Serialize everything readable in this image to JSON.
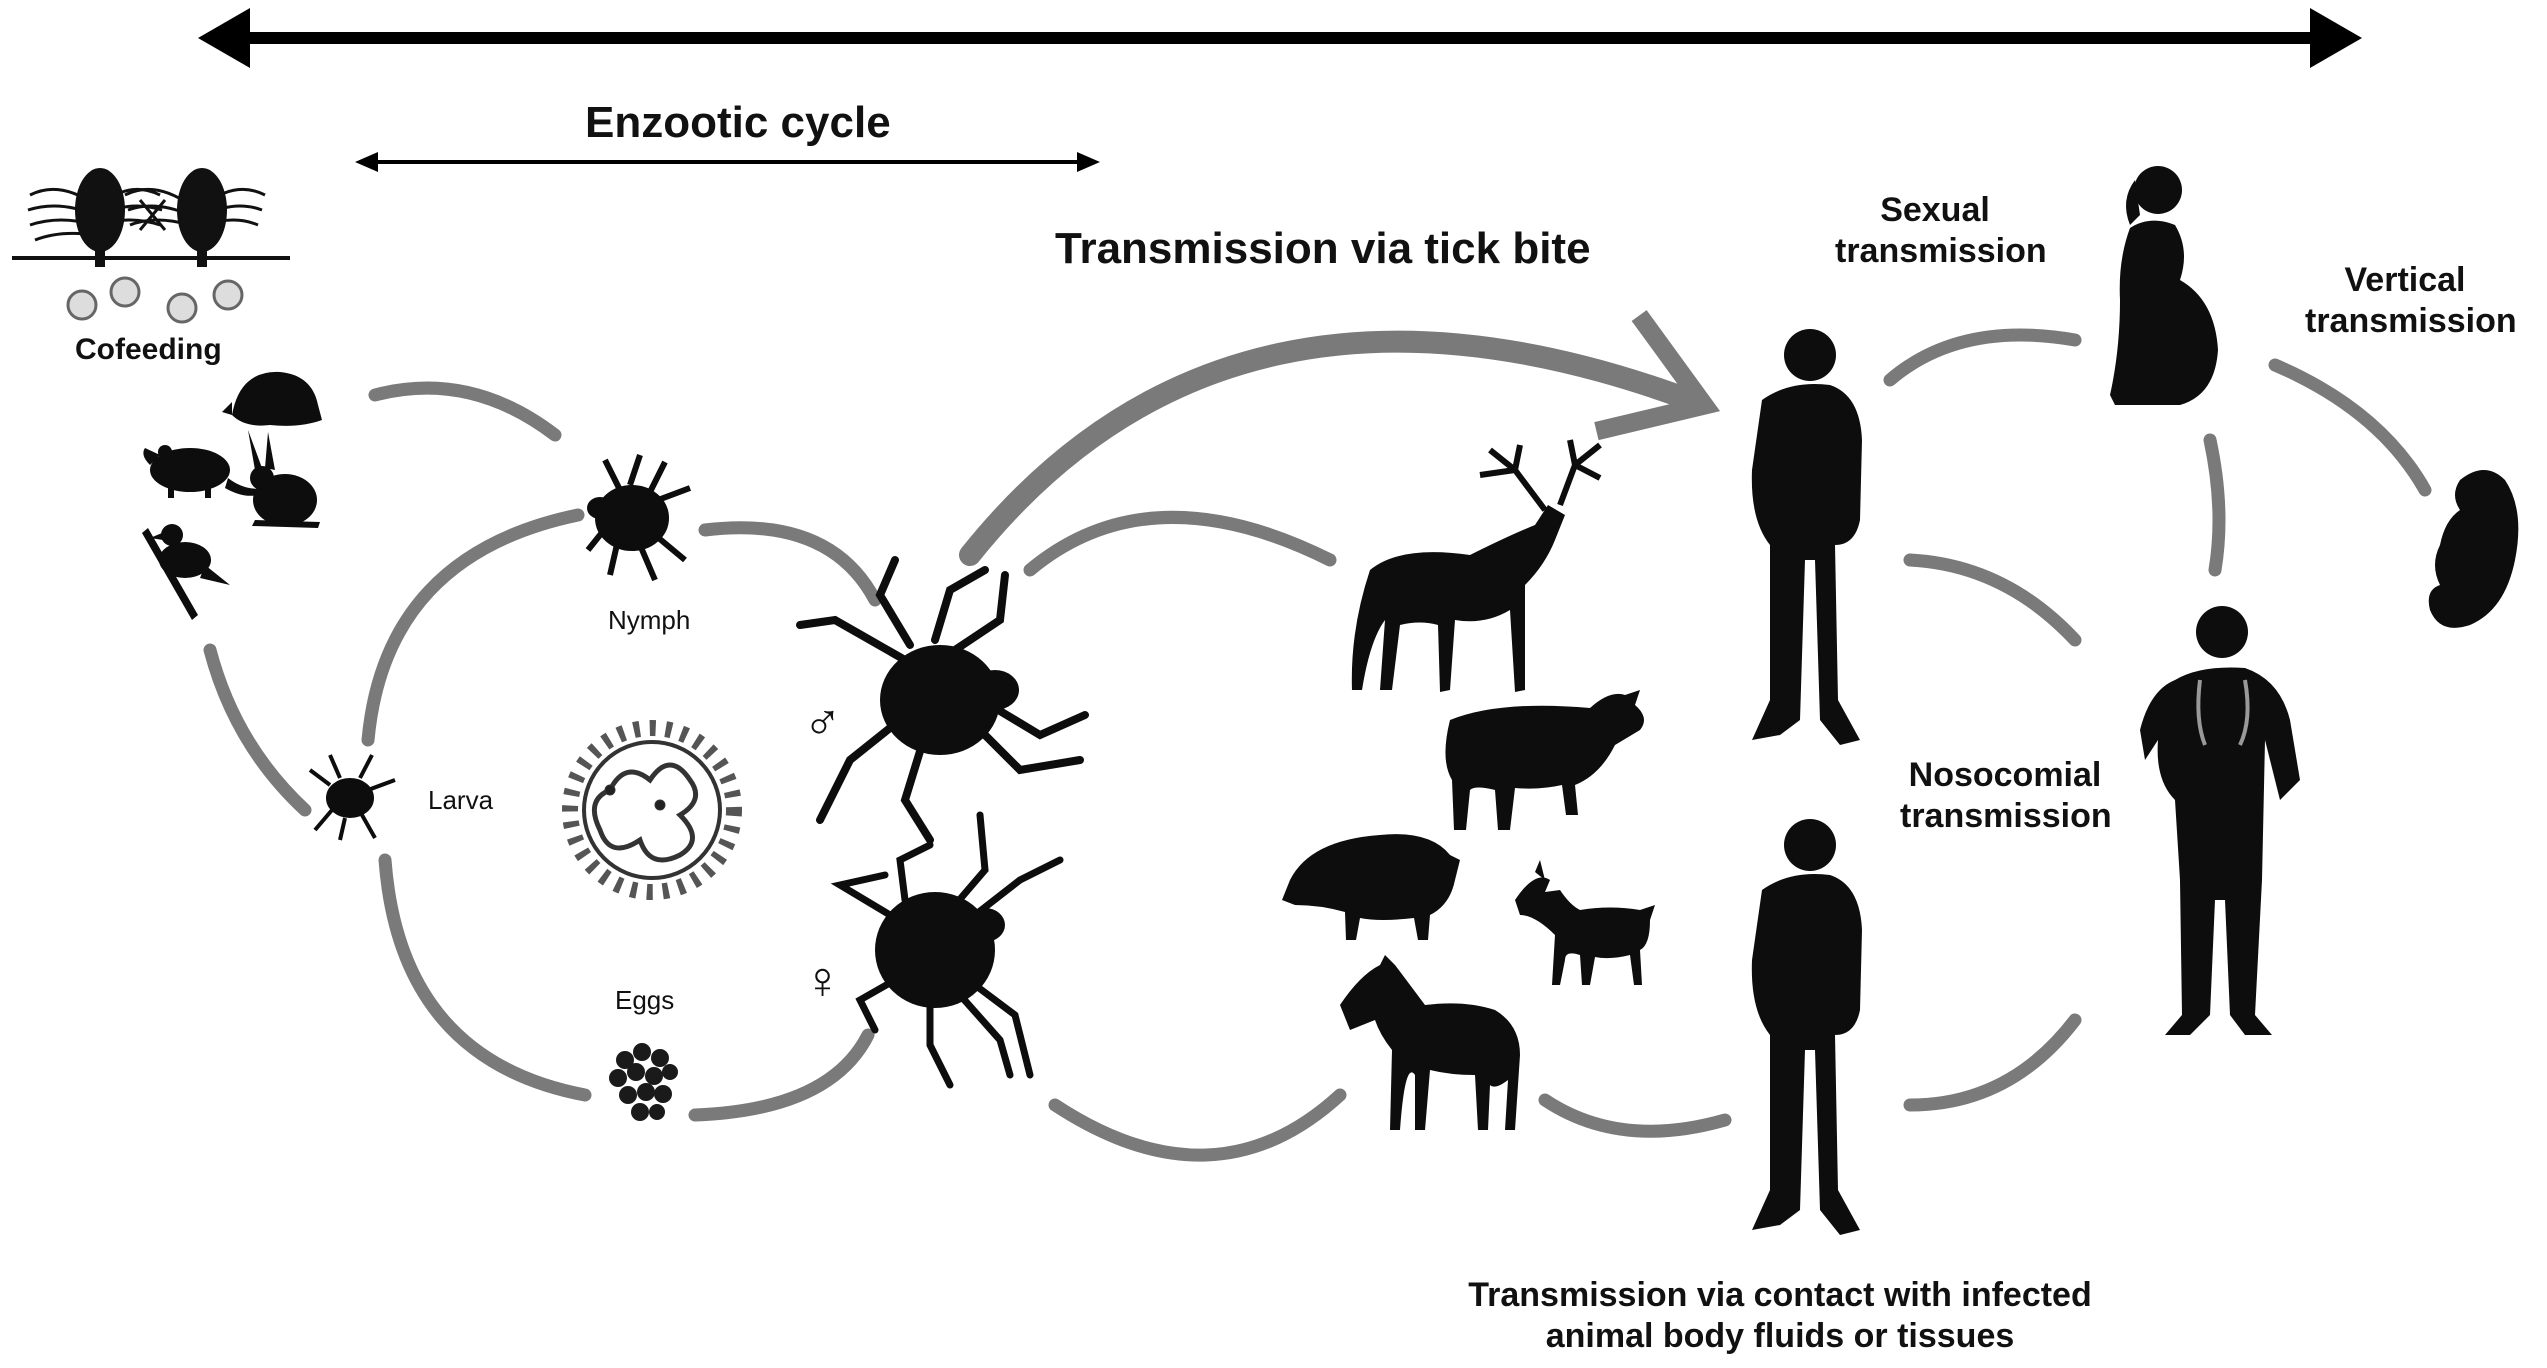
{
  "labels": {
    "enzootic_cycle": "Enzootic cycle",
    "cofeeding": "Cofeeding",
    "nymph": "Nymph",
    "larva": "Larva",
    "eggs": "Eggs",
    "male_symbol": "♂",
    "female_symbol": "♀",
    "tick_bite": "Transmission via tick bite",
    "sexual_1": "Sexual",
    "sexual_2": "transmission",
    "vertical_1": "Vertical",
    "vertical_2": "transmission",
    "nosocomial_1": "Nosocomial",
    "nosocomial_2": "transmission",
    "contact_1": "Transmission via contact with infected",
    "contact_2": "animal body fluids or tissues"
  },
  "colors": {
    "arrow": "#7a7a7a",
    "silhouette": "#0d0d0d",
    "text": "#111111",
    "background": "#ffffff"
  },
  "icons": [
    "cofeeding-ticks-icon",
    "rodent-icon",
    "hedgehog-icon",
    "rabbit-icon",
    "bird-icon",
    "nymph-tick-icon",
    "larva-tick-icon",
    "eggs-icon",
    "male-tick-icon",
    "female-tick-icon",
    "virus-icon",
    "deer-icon",
    "cow-icon",
    "boar-icon",
    "goat-icon",
    "horse-icon",
    "man-icon",
    "pregnant-woman-icon",
    "fetus-icon",
    "doctor-icon"
  ]
}
